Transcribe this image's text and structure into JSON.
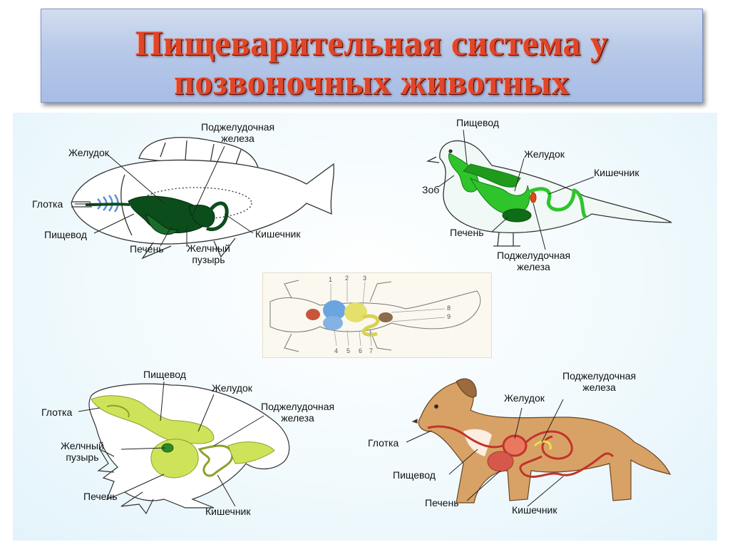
{
  "title": {
    "line1": "Пищеварительная система у",
    "line2": "позвоночных животных"
  },
  "fish": {
    "labels": {
      "pancreas": "Поджелудочная\nжелеза",
      "stomach": "Желудок",
      "pharynx": "Глотка",
      "esophagus": "Пищевод",
      "liver": "Печень",
      "gallbladder": "Желчный\nпузырь",
      "intestine": "Кишечник"
    }
  },
  "bird": {
    "labels": {
      "esophagus": "Пищевод",
      "stomach": "Желудок",
      "intestine": "Кишечник",
      "crop": "Зоб",
      "liver": "Печень",
      "pancreas": "Поджелудочная\nжелеза"
    }
  },
  "lizard": {
    "numbers": [
      "1",
      "2",
      "3",
      "4",
      "5",
      "6",
      "7",
      "8",
      "9"
    ]
  },
  "frog": {
    "labels": {
      "esophagus": "Пищевод",
      "stomach": "Желудок",
      "pharynx": "Глотка",
      "pancreas": "Поджелудочная\nжелеза",
      "gallbladder": "Желчный\nпузырь",
      "liver": "Печень",
      "intestine": "Кишечник"
    }
  },
  "dog": {
    "labels": {
      "pancreas": "Поджелудочная\nжелеза",
      "stomach": "Желудок",
      "pharynx": "Глотка",
      "esophagus": "Пищевод",
      "liver": "Печень",
      "intestine": "Кишечник"
    }
  },
  "colors": {
    "title_text": "#e0462a",
    "title_bg": "#b7c9e8",
    "fish_organs": "#0c4d1c",
    "bird_organs": "#2fc42c",
    "frog_organs": "#cfe35a",
    "dog_body": "#d8a266",
    "dog_gut": "#c2342a"
  }
}
